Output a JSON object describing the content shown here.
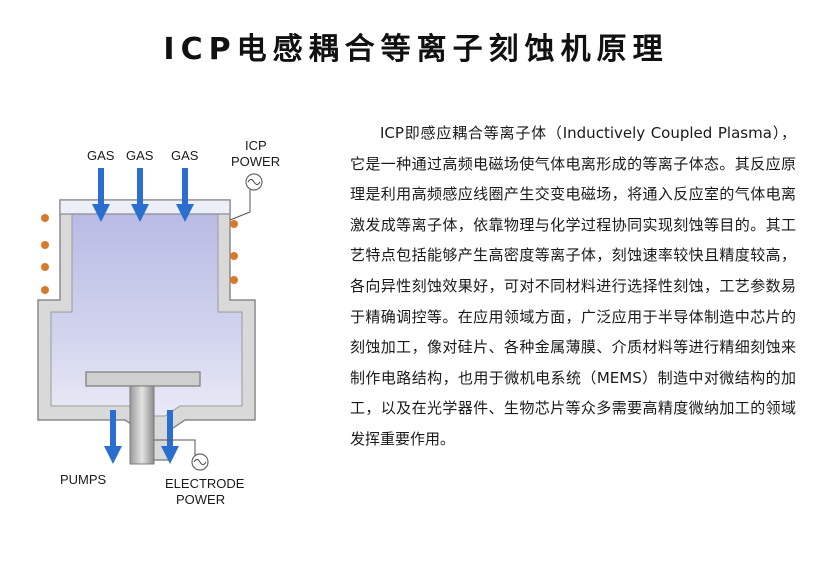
{
  "title": "ICP电感耦合等离子刻蚀机原理",
  "diagram": {
    "gas_labels": [
      "GAS",
      "GAS",
      "GAS"
    ],
    "icp_power_line1": "ICP",
    "icp_power_line2": "POWER",
    "pumps": "PUMPS",
    "electrode_line1": "ELECTRODE",
    "electrode_line2": "POWER",
    "colors": {
      "chamber_fill": "#c7c9e8",
      "chamber_wall": "#d8d8d8",
      "arrow": "#2a6fd0",
      "coil": "#d67a2e"
    }
  },
  "description": "ICP即感应耦合等离子体（Inductively Coupled Plasma），它是一种通过高频电磁场使气体电离形成的等离子体态。其反应原理是利用高频感应线圈产生交变电磁场，将通入反应室的气体电离激发成等离子体，依靠物理与化学过程协同实现刻蚀等目的。其工艺特点包括能够产生高密度等离子体，刻蚀速率较快且精度较高，各向异性刻蚀效果好，可对不同材料进行选择性刻蚀，工艺参数易于精确调控等。在应用领域方面，广泛应用于半导体制造中芯片的刻蚀加工，像对硅片、各种金属薄膜、介质材料等进行精细刻蚀来制作电路结构，也用于微机电系统（MEMS）制造中对微结构的加工，以及在光学器件、生物芯片等众多需要高精度微纳加工的领域发挥重要作用。"
}
